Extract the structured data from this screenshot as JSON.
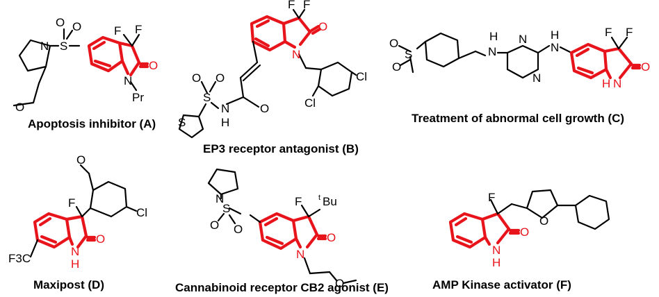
{
  "highlight_color": "#e8141c",
  "compounds": [
    {
      "id": "A",
      "caption": "Apoptosis inhibitor (A)",
      "atoms": {
        "s": "S",
        "o1": "O",
        "o2": "O",
        "n_pyr": "N",
        "f1": "F",
        "f2": "F",
        "o_carbonyl": "O",
        "n_ring": "N",
        "pr": "Pr",
        "o_ether": "O"
      }
    },
    {
      "id": "B",
      "caption": "EP3 receptor antagonist (B)",
      "atoms": {
        "f1": "F",
        "f2": "F",
        "o_carbonyl": "O",
        "n_ring": "N",
        "cl1": "Cl",
        "cl2": "Cl",
        "s": "S",
        "o1": "O",
        "o2": "O",
        "nh": "N",
        "h": "H",
        "o_amide": "O",
        "s_thio": "S"
      }
    },
    {
      "id": "C",
      "caption": "Treatment of abnormal cell growth (C)",
      "atoms": {
        "s": "S",
        "o1": "O",
        "o2": "O",
        "h1": "H",
        "n1": "N",
        "n2": "N",
        "n3": "N",
        "h2": "H",
        "n4": "N",
        "f1": "F",
        "f2": "F",
        "o_carbonyl": "O",
        "n_ring": "N",
        "h3": "H"
      }
    },
    {
      "id": "D",
      "caption": "Maxipost (D)",
      "atoms": {
        "o_methoxy": "O",
        "f": "F",
        "cl": "Cl",
        "cf3": "F3C",
        "o_carbonyl": "O",
        "n": "N",
        "h": "H"
      }
    },
    {
      "id": "E",
      "caption": "Cannabinoid receptor CB2 agonist (E)",
      "atoms": {
        "n_pyr": "N",
        "s": "S",
        "o1": "O",
        "o2": "O",
        "f": "F",
        "tbu_prefix": "t",
        "tbu": "Bu",
        "o_carbonyl": "O",
        "n_ring": "N",
        "o_ether": "O"
      }
    },
    {
      "id": "F",
      "caption": "AMP Kinase activator (F)",
      "atoms": {
        "f": "F",
        "o_furan": "O",
        "o_carbonyl": "O",
        "n": "N",
        "h": "H"
      }
    }
  ]
}
